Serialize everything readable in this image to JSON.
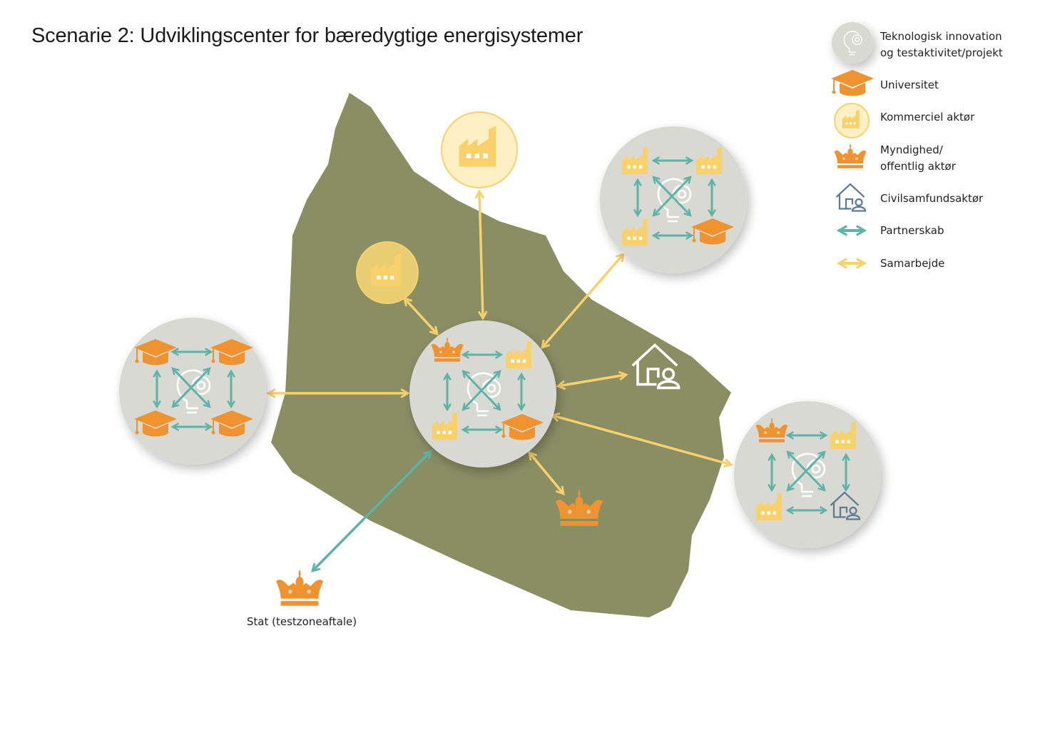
{
  "title": "Scenarie 2: Udviklingscenter for bæredygtige energisystemer",
  "colors": {
    "land": "#898e63",
    "teal": "#5cb3a6",
    "yellow": "#f8d16d",
    "orange": "#ef9330",
    "circle": "#d9d9d4",
    "civil": "#5f7a93"
  },
  "legend": [
    {
      "icon": "technology-bulb-icon",
      "line1": "Teknologisk innovation",
      "line2": "og testaktivitet/projekt"
    },
    {
      "icon": "graduation-cap-icon",
      "line1": "Universitet"
    },
    {
      "icon": "factory-icon",
      "line1": "Kommerciel aktør"
    },
    {
      "icon": "crown-icon",
      "line1": "Myndighed/",
      "line2": "offentlig aktør"
    },
    {
      "icon": "civil-house-icon",
      "line1": "Civilsamfundsaktør"
    },
    {
      "icon": "teal-double-arrow-icon",
      "line1": "Partnerskab"
    },
    {
      "icon": "yellow-double-arrow-icon",
      "line1": "Samarbejde"
    }
  ],
  "nodes": {
    "center_cluster": [
      "crown-icon",
      "factory-icon",
      "factory-icon",
      "graduation-cap-icon"
    ],
    "left_cluster": [
      "graduation-cap-icon",
      "graduation-cap-icon",
      "graduation-cap-icon",
      "graduation-cap-icon"
    ],
    "top_right_cluster": [
      "factory-icon",
      "factory-icon",
      "factory-icon",
      "graduation-cap-icon"
    ],
    "right_cluster": [
      "crown-icon",
      "factory-icon",
      "factory-icon",
      "civil-house-icon"
    ],
    "stat_label": "Stat (testzoneaftale)"
  }
}
